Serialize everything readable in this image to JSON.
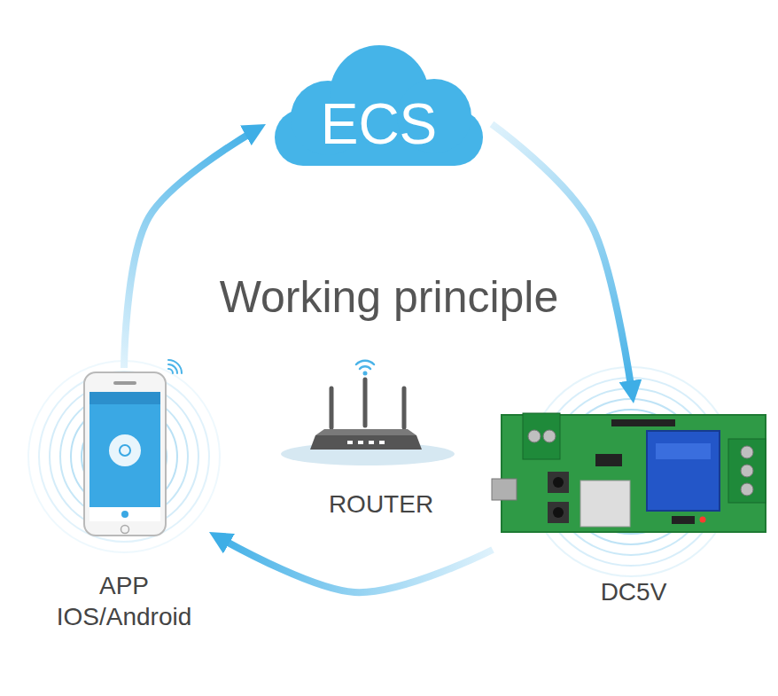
{
  "diagram": {
    "title": "Working principle",
    "nodes": [
      {
        "text": [
          "ECS"
        ]
      },
      {
        "text": [
          "APP IOS/Android"
        ]
      },
      {
        "text": [
          "ROUTER"
        ]
      },
      {
        "text": [
          "DC5V"
        ]
      }
    ],
    "edges": [
      {
        "from": 1,
        "to": 0,
        "arrow": "to"
      },
      {
        "from": 0,
        "to": 3,
        "arrow": "to"
      },
      {
        "from": 3,
        "to": 1,
        "arrow": "to"
      }
    ]
  }
}
